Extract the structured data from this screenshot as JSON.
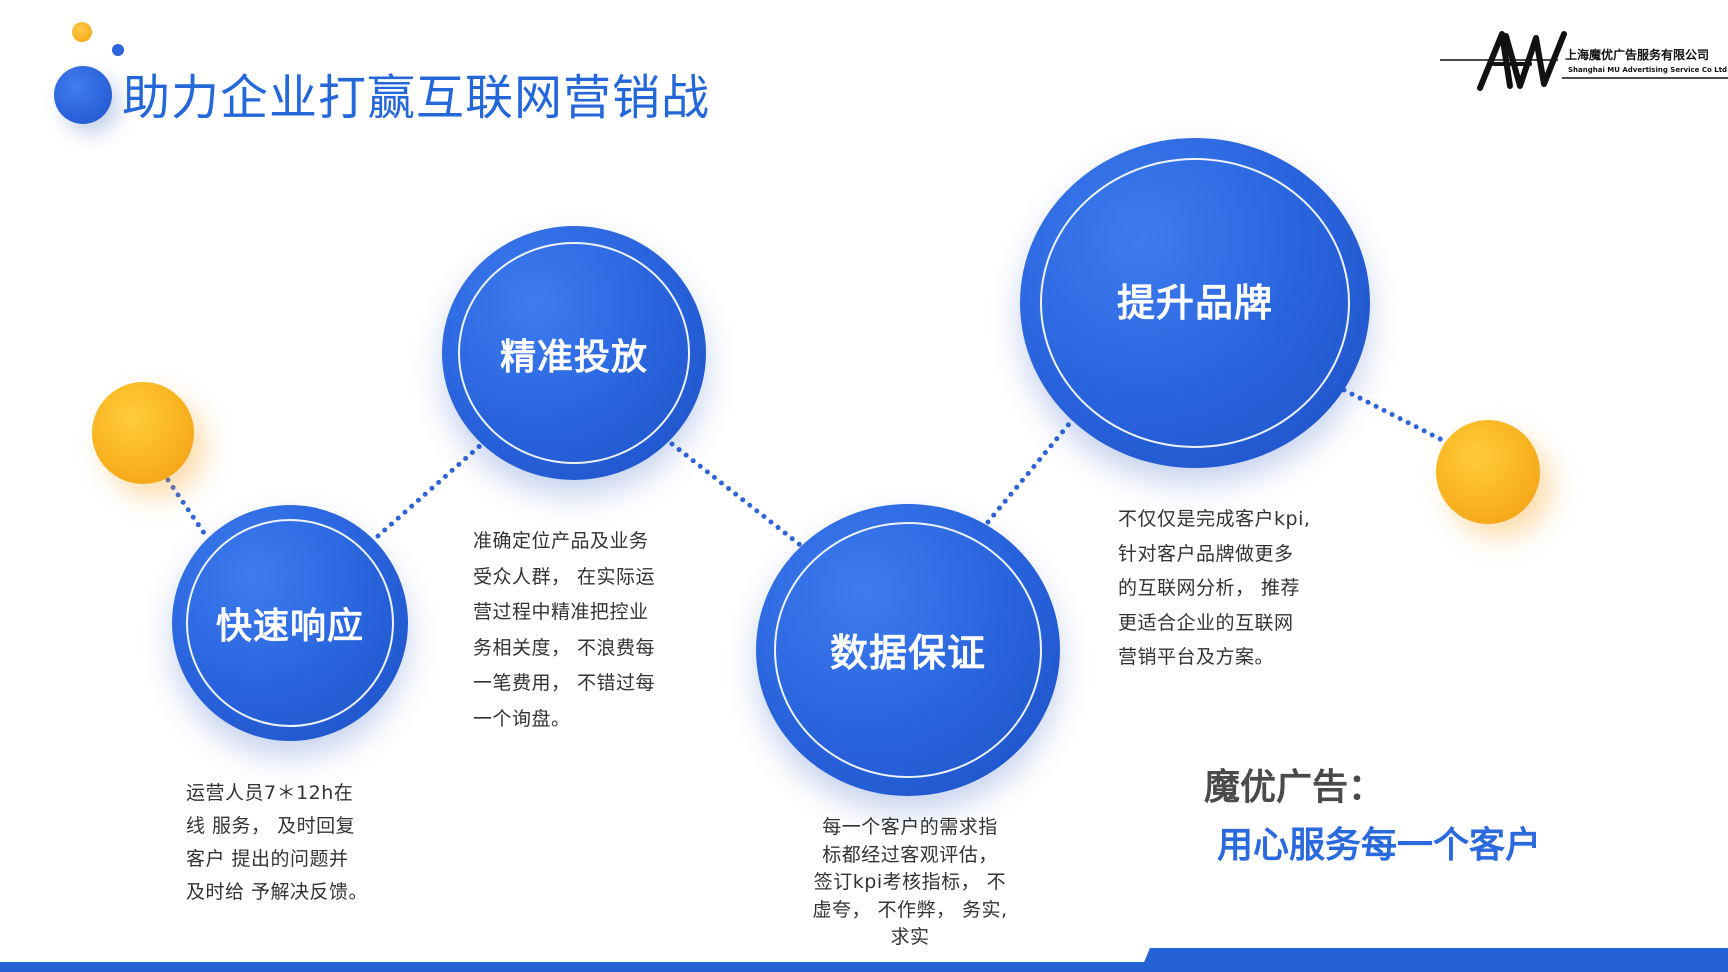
{
  "header": {
    "title": "助力企业打赢互联网营销战"
  },
  "logo": {
    "cn": "上海魔优广告服务有限公司",
    "en": "Shanghai MU Advertising Service Co Ltd"
  },
  "steps": [
    {
      "label": "快速响应",
      "description": "运营人员7＊12h在\n线 服务， 及时回复\n客户 提出的问题并\n及时给 予解决反馈。"
    },
    {
      "label": "精准投放",
      "description": "准确定位产品及业务\n受众人群， 在实际运\n营过程中精准把控业\n务相关度， 不浪费每\n一笔费用， 不错过每\n一个询盘。"
    },
    {
      "label": "数据保证",
      "description": "每一个客户的需求指\n标都经过客观评估，\n签订kpi考核指标， 不\n虚夸， 不作弊， 务实,\n求实"
    },
    {
      "label": "提升品牌",
      "description": "不仅仅是完成客户kpi,\n针对客户品牌做更多\n的互联网分析， 推荐\n更适合企业的互联网\n营销平台及方案。"
    }
  ],
  "slogan": {
    "brand": "魔优广告：",
    "tagline": "用心服务每一个客户"
  },
  "colors": {
    "primary_blue": "#2862db",
    "title_blue": "#2467d8",
    "accent_orange": "#f9b321",
    "text_gray": "#333333"
  }
}
